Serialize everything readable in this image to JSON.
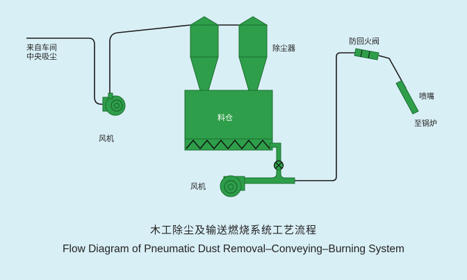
{
  "labels": {
    "source_line1": "来自车间",
    "source_line2": "中央吸尘",
    "fan_top": "风机",
    "fan_bottom": "风机",
    "dust_collector": "除尘器",
    "silo": "料仓",
    "fire_valve": "防回火阀",
    "nozzle": "喷嘴",
    "to_boiler": "至锅炉"
  },
  "caption": {
    "chinese": "木工除尘及输送燃烧系统工艺流程",
    "english": "Flow Diagram of Pneumatic Dust Removal–Conveying–Burning System"
  },
  "colors": {
    "background": "#d9eff6",
    "equipment": "#2e9e4a",
    "equipment_stroke": "#1b6e2f",
    "pipe": "#1a1a1a"
  }
}
